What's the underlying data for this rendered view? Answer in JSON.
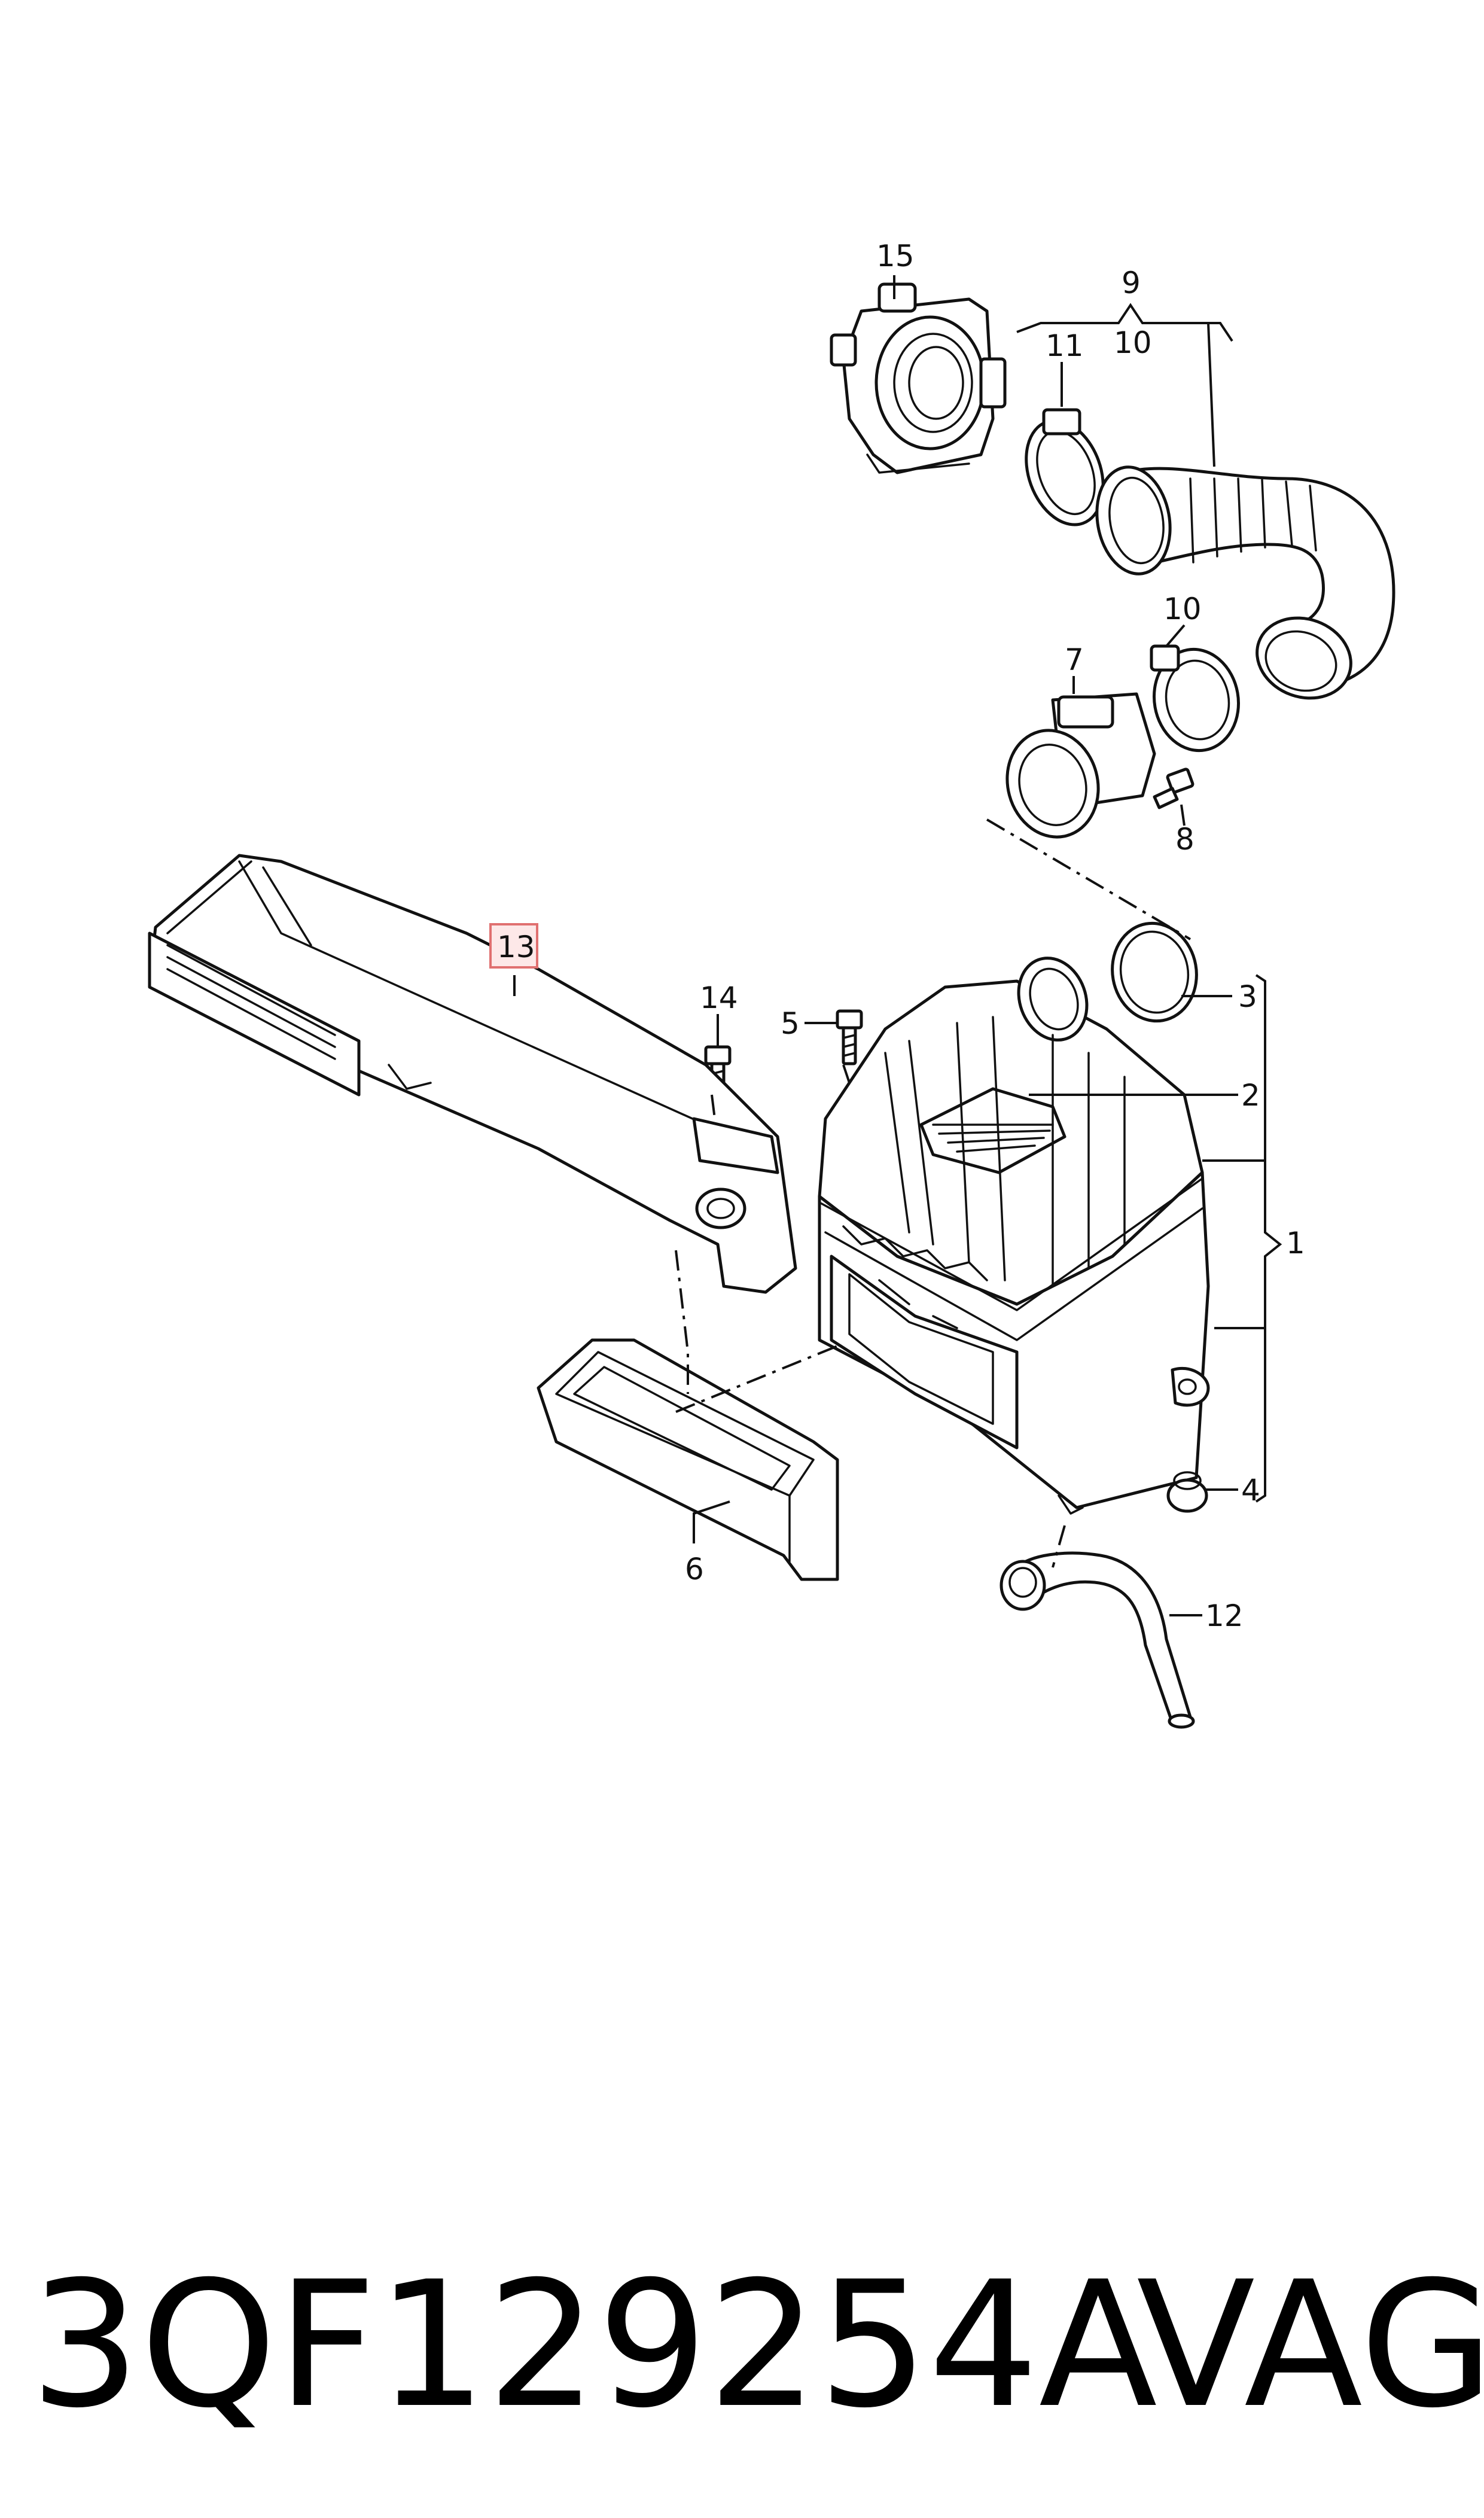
{
  "diagram": {
    "callouts": [
      {
        "id": "c1",
        "label": "1"
      },
      {
        "id": "c2",
        "label": "2"
      },
      {
        "id": "c3",
        "label": "3"
      },
      {
        "id": "c4",
        "label": "4"
      },
      {
        "id": "c5",
        "label": "5"
      },
      {
        "id": "c6",
        "label": "6"
      },
      {
        "id": "c7",
        "label": "7"
      },
      {
        "id": "c8",
        "label": "8"
      },
      {
        "id": "c9",
        "label": "9"
      },
      {
        "id": "c10a",
        "label": "10"
      },
      {
        "id": "c10b",
        "label": "10"
      },
      {
        "id": "c11",
        "label": "11"
      },
      {
        "id": "c12",
        "label": "12"
      },
      {
        "id": "c13",
        "label": "13"
      },
      {
        "id": "c14",
        "label": "14"
      },
      {
        "id": "c15",
        "label": "15"
      }
    ],
    "highlight": {
      "label": "13",
      "box_fill": "#fde8e8",
      "box_stroke": "#e07070"
    }
  },
  "caption": {
    "part_number": "3QF129254A",
    "brand": "VAG"
  }
}
